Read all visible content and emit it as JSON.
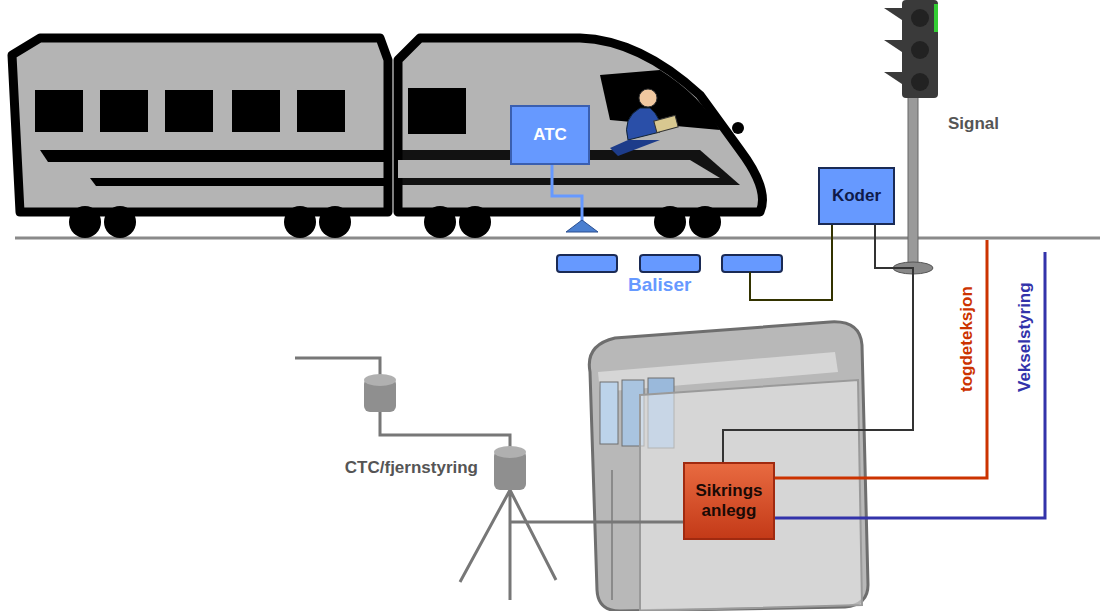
{
  "diagram": {
    "nodes": [
      {
        "text": [
          "ATC"
        ]
      },
      {
        "text": [
          "Koder"
        ]
      },
      {
        "text": [
          "Sikrings anlegg"
        ]
      }
    ],
    "edges": [
      {
        "from": 1,
        "to": 2,
        "arrow": "none"
      }
    ],
    "labels": [
      "Signal",
      "Baliser",
      "togdeteksjon",
      "Vekselstyring",
      "CTC/fjernstyring"
    ]
  }
}
